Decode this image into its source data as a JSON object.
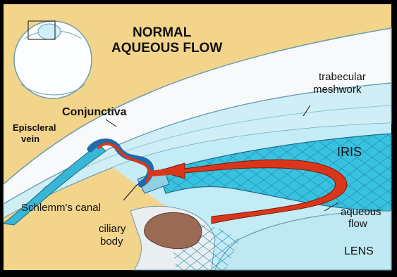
{
  "title": {
    "line1": "NORMAL",
    "line2": "AQUEOUS FLOW"
  },
  "labels": {
    "trabecular_line1": "trabecular",
    "trabecular_line2": "meshwork",
    "conjunctiva": "Conjunctiva",
    "episcleral_line1": "Episcleral",
    "episcleral_line2": "vein",
    "iris": "IRIS",
    "schlemm": "Schlemm's canal",
    "ciliary_line1": "ciliary",
    "ciliary_line2": "body",
    "aqueous_line1": "aqueous",
    "aqueous_line2": "flow",
    "lens": "LENS"
  },
  "colors": {
    "background_tan": "#f2d48a",
    "sclera_white": "#f7f9fb",
    "cornea_blue": "#c9ecf3",
    "iris_cyan": "#37c3e0",
    "lens_blue": "#bfe8f2",
    "aqueous_red": "#d9361c",
    "ciliary_brown": "#9a6a55",
    "frame_black": "#000000"
  }
}
